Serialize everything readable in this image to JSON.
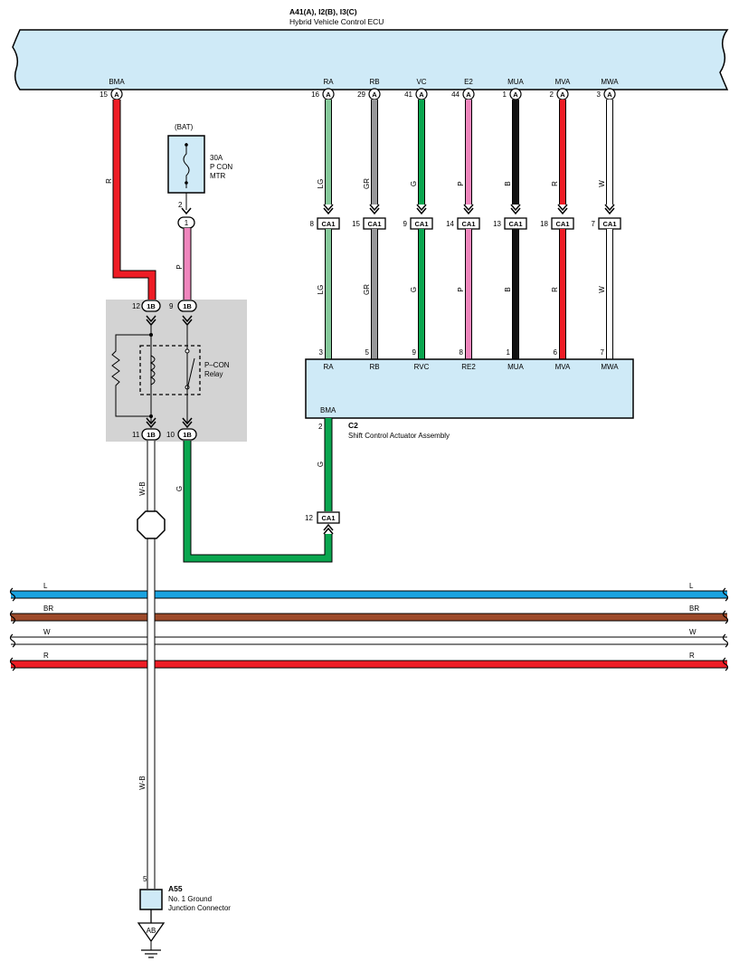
{
  "ecu": {
    "connectors": "A41(A), I2(B), I3(C)",
    "name": "Hybrid Vehicle Control ECU",
    "pins": [
      {
        "id": "bma",
        "label": "BMA",
        "pin": "15",
        "conn": "A"
      },
      {
        "id": "ra",
        "label": "RA",
        "pin": "16",
        "conn": "A"
      },
      {
        "id": "rb",
        "label": "RB",
        "pin": "29",
        "conn": "A"
      },
      {
        "id": "vc",
        "label": "VC",
        "pin": "41",
        "conn": "A"
      },
      {
        "id": "e2",
        "label": "E2",
        "pin": "44",
        "conn": "A"
      },
      {
        "id": "mua",
        "label": "MUA",
        "pin": "1",
        "conn": "A"
      },
      {
        "id": "mva",
        "label": "MVA",
        "pin": "2",
        "conn": "A"
      },
      {
        "id": "mwa",
        "label": "MWA",
        "pin": "3",
        "conn": "A"
      }
    ]
  },
  "wires": {
    "ra": {
      "code": "LG",
      "conn_pin": "8",
      "conn": "CA1",
      "term": "3"
    },
    "rb": {
      "code": "GR",
      "conn_pin": "15",
      "conn": "CA1",
      "term": "5"
    },
    "vc": {
      "code": "G",
      "conn_pin": "9",
      "conn": "CA1",
      "term": "9"
    },
    "e2": {
      "code": "P",
      "conn_pin": "14",
      "conn": "CA1",
      "term": "8"
    },
    "mua": {
      "code": "B",
      "conn_pin": "13",
      "conn": "CA1",
      "term": "1"
    },
    "mva": {
      "code": "R",
      "conn_pin": "18",
      "conn": "CA1",
      "term": "6"
    },
    "mwa": {
      "code": "W",
      "conn_pin": "7",
      "conn": "CA1",
      "term": "7"
    },
    "bma": {
      "code": "R"
    },
    "fuse_out": {
      "code": "P"
    },
    "relay_out": {
      "code": "G"
    },
    "ground": {
      "code": "W-B"
    },
    "c2_bma": {
      "code": "G"
    }
  },
  "fuse": {
    "source": "(BAT)",
    "rating": "30A",
    "name_line1": "P CON",
    "name_line2": "MTR",
    "pin": "2",
    "conn_num": "1"
  },
  "relay": {
    "name_line1": "P–CON",
    "name_line2": "Relay",
    "pin_top_left": "12",
    "pin_top_right": "9",
    "pin_bot_left": "11",
    "pin_bot_right": "10",
    "conn": "1B"
  },
  "actuator": {
    "id": "C2",
    "name": "Shift Control Actuator Assembly",
    "terminals": [
      "RA",
      "RB",
      "RVC",
      "RE2",
      "MUA",
      "MVA",
      "MWA"
    ],
    "bma_label": "BMA",
    "bma_pin": "2",
    "ca1_pin": "12",
    "ca1_conn": "CA1"
  },
  "bus": [
    {
      "code": "L",
      "color": "#1aa3e0"
    },
    {
      "code": "BR",
      "color": "#9d4a2a"
    },
    {
      "code": "W",
      "color": "#ffffff"
    },
    {
      "code": "R",
      "color": "#ee1c25"
    }
  ],
  "ground": {
    "id": "A55",
    "name_line1": "No.  1 Ground",
    "name_line2": "Junction Connector",
    "pin": "5",
    "point": "AB"
  },
  "colors": {
    "ecu_fill": "#cfeaf7",
    "relay_box": "#d3d3d3",
    "LG": "#86c99b",
    "GR": "#98989a",
    "G": "#0aa64f",
    "P": "#ef86bd",
    "B": "#111111",
    "R": "#ee1c25",
    "W": "#ffffff"
  }
}
